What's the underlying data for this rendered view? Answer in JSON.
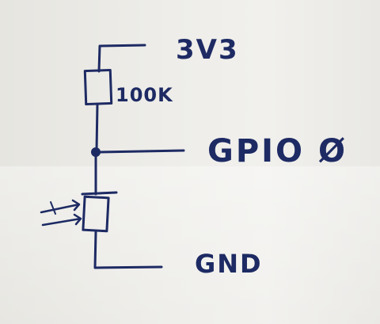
{
  "labels": {
    "supply": "3V3",
    "resistor_value": "100K",
    "gpio": "GPIO Ø",
    "ground": "GND"
  },
  "colors": {
    "ink": "#1d2a63",
    "paper": "#eeede9"
  }
}
